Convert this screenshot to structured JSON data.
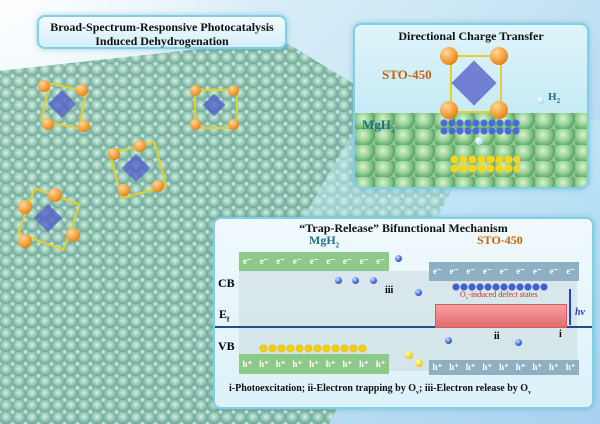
{
  "main_title": {
    "line1": "Broad-Spectrum-Responsive Photocatalysis",
    "line2": "Induced Dehydrogenation"
  },
  "charge_transfer_panel": {
    "title": "Directional Charge Transfer",
    "catalyst_label": "STO-450",
    "support_label": "MgH",
    "support_sub": "2",
    "gas_label": "H",
    "gas_sub": "2"
  },
  "mechanism_panel": {
    "title": "“Trap-Release” Bifunctional Mechanism",
    "left_material": "MgH",
    "left_material_sub": "2",
    "right_material": "STO-450",
    "cb_label": "CB",
    "vb_label": "VB",
    "ef_label": "E",
    "ef_sub": "f",
    "electron": "e⁻",
    "hole": "h⁺",
    "defect_label": "O",
    "defect_sub": "v",
    "defect_rest": "-induced defect states",
    "step_i": "i",
    "step_ii": "ii",
    "step_iii": "iii",
    "light": "hv",
    "caption_a": "i-Photoexcitation; ii-Electron trapping by O",
    "caption_sub1": "v",
    "caption_b": "; iii-Electron release by O",
    "caption_sub2": "v"
  },
  "colors": {
    "mgh2": "#8cc98a",
    "sto": "#8fb0c2",
    "defect": "#e56b6b",
    "label_orange": "#c0650d",
    "label_teal": "#1f6f8a"
  }
}
